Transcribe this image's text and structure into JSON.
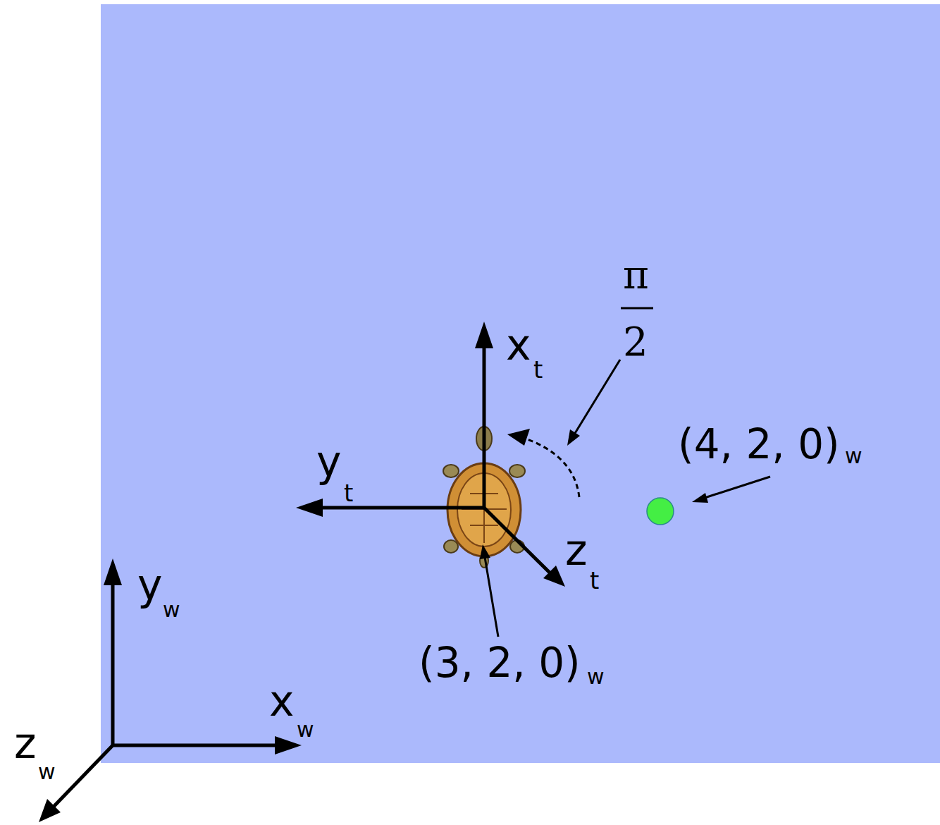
{
  "diagram": {
    "labels": [
      "x",
      "t",
      "y",
      "t",
      "z",
      "t",
      "π",
      "2",
      "(4, 2, 0)",
      "w",
      "(3, 2, 0)",
      "w",
      "y",
      "w",
      "x",
      "w",
      "z",
      "w"
    ]
  }
}
